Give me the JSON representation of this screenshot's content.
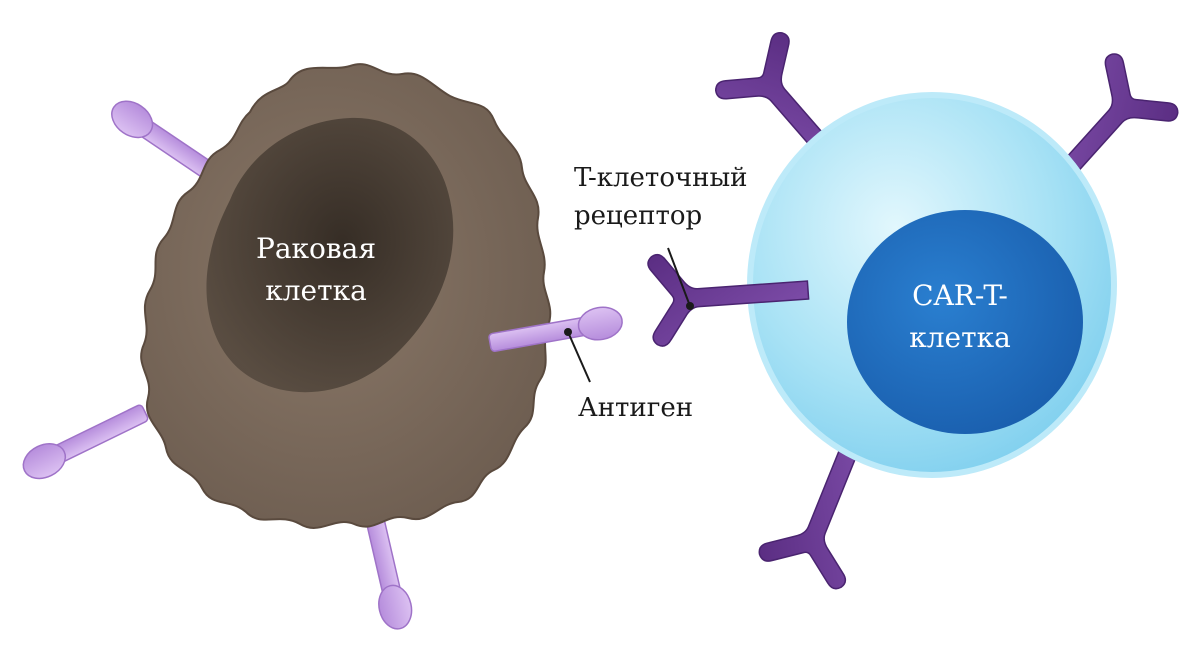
{
  "labels": {
    "cancer_cell_line1": "Раковая",
    "cancer_cell_line2": "клетка",
    "car_t_line1": "CAR-T-",
    "car_t_line2": "клетка",
    "receptor_line1": "T-клеточный",
    "receptor_line2": "рецептор",
    "antigen": "Антиген"
  },
  "colors": {
    "cancer_body": "#7d6b5e",
    "cancer_body_edge": "#5a4a3e",
    "cancer_nucleus": "#3e352c",
    "antigen_fill": "#c9a3e6",
    "antigen_edge": "#9a6fc4",
    "car_t_outer": "#8fd8f2",
    "car_t_outer_edge": "#b9e9f9",
    "car_t_nucleus": "#1f6fc2",
    "receptor_fill": "#6b3a94",
    "receptor_edge": "#4a2470",
    "text_dark": "#1a1a1a",
    "text_light": "#ffffff"
  }
}
